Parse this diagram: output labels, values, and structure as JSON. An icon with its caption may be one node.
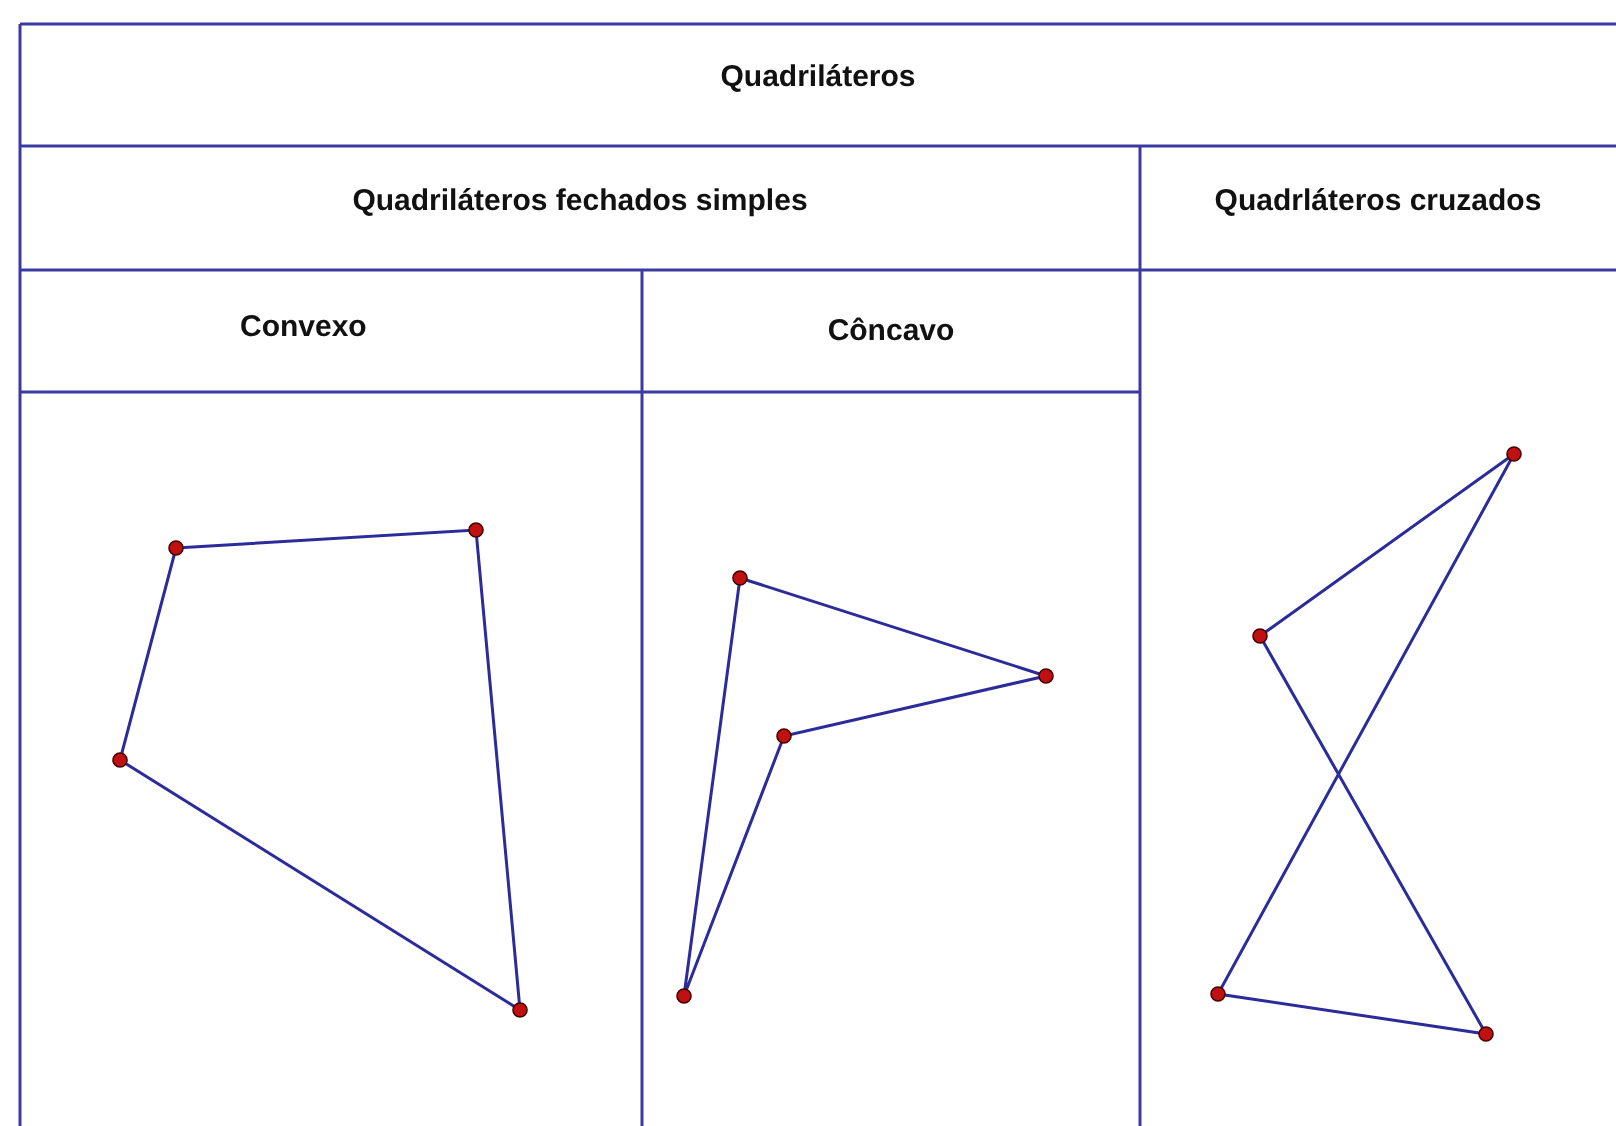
{
  "diagram": {
    "labels": [
      "Quadriláteros",
      "Quadriláteros fechados simples",
      "Quadrláteros cruzados",
      "Convexo",
      "Côncavo"
    ]
  }
}
